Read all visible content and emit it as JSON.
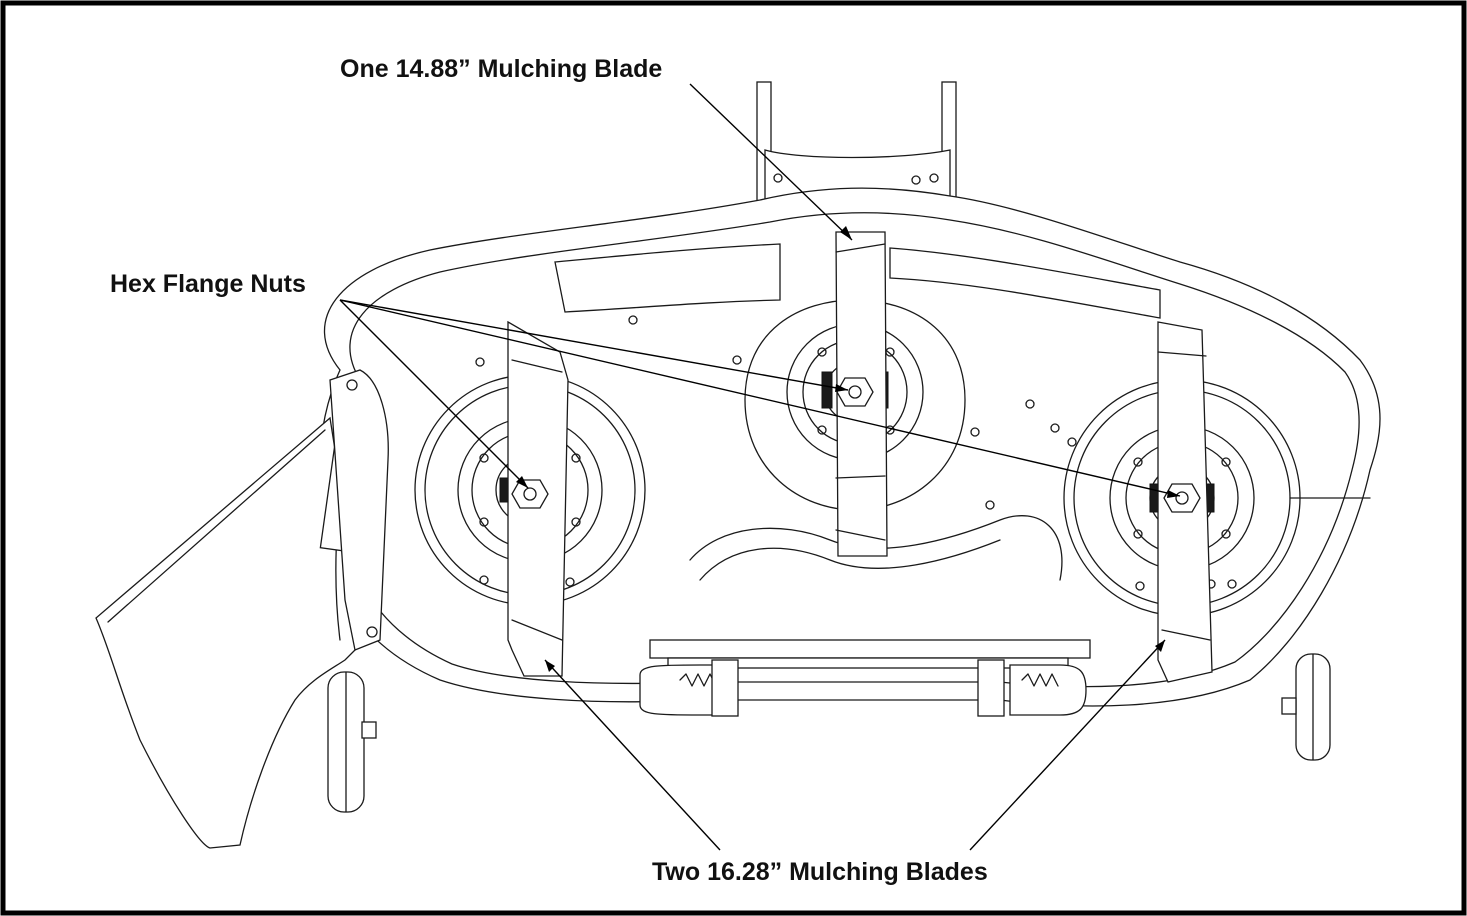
{
  "labels": {
    "one_blade": "One 14.88” Mulching Blade",
    "hex_nuts": "Hex Flange Nuts",
    "two_blades": "Two 16.28” Mulching Blades"
  },
  "colors": {
    "ink": "#111111",
    "paper": "#ffffff",
    "frame": "#000000"
  }
}
